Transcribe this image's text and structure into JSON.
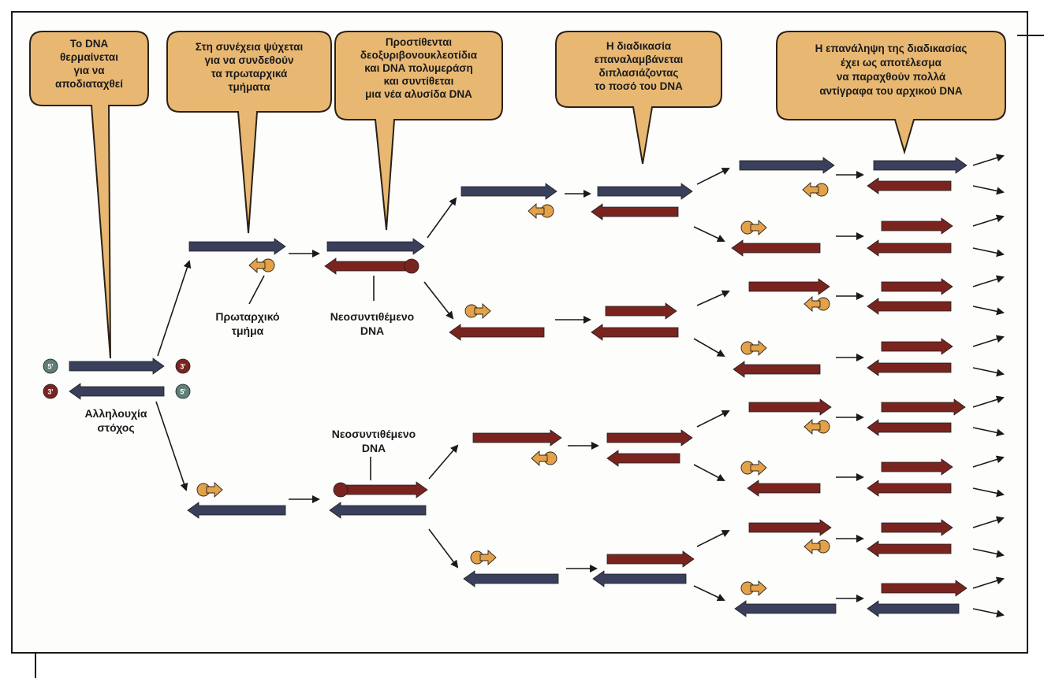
{
  "colors": {
    "template_strand": "#3a3f5c",
    "template_strand_light": "#5a6080",
    "new_strand": "#7a2420",
    "primer": "#e3a24a",
    "bubble_fill": "#e8b873",
    "bubble_stroke": "#2b2116",
    "five_prime_dot": "#5f7f78",
    "three_prime_dot": "#7a2420"
  },
  "bubbles": [
    {
      "lines": [
        "Το DNA",
        "θερμαίνεται",
        "για να",
        "αποδιαταχθεί"
      ]
    },
    {
      "lines": [
        "Στη συνέχεια ψύχεται",
        "για να συνδεθούν",
        "τα πρωταρχικά",
        "τμήματα"
      ]
    },
    {
      "lines": [
        "Προστίθενται",
        "δεοξυριβονουκλεοτίδια",
        "και DNA πολυμεράση",
        "και συντίθεται",
        "μια νέα αλυσίδα DNA"
      ]
    },
    {
      "lines": [
        "Η διαδικασία",
        "επαναλαμβάνεται",
        "διπλασιάζοντας",
        "το ποσό του DNA"
      ]
    },
    {
      "lines": [
        "Η επανάληψη της διαδικασίας",
        "έχει ως αποτέλεσμα",
        "να παραχθούν πολλά",
        "αντίγραφα του αρχικού DNA"
      ]
    }
  ],
  "labels": {
    "primer": [
      "Πρωταρχικό",
      "τμήμα"
    ],
    "new_dna_top": [
      "Νεοσυντιθέμενο",
      "DNA"
    ],
    "new_dna_bottom": [
      "Νεοσυντιθέμενο",
      "DNA"
    ],
    "target_sequence": [
      "Αλληλουχία",
      "στόχος"
    ]
  },
  "ends": {
    "five_prime": "5'",
    "three_prime": "3'"
  }
}
